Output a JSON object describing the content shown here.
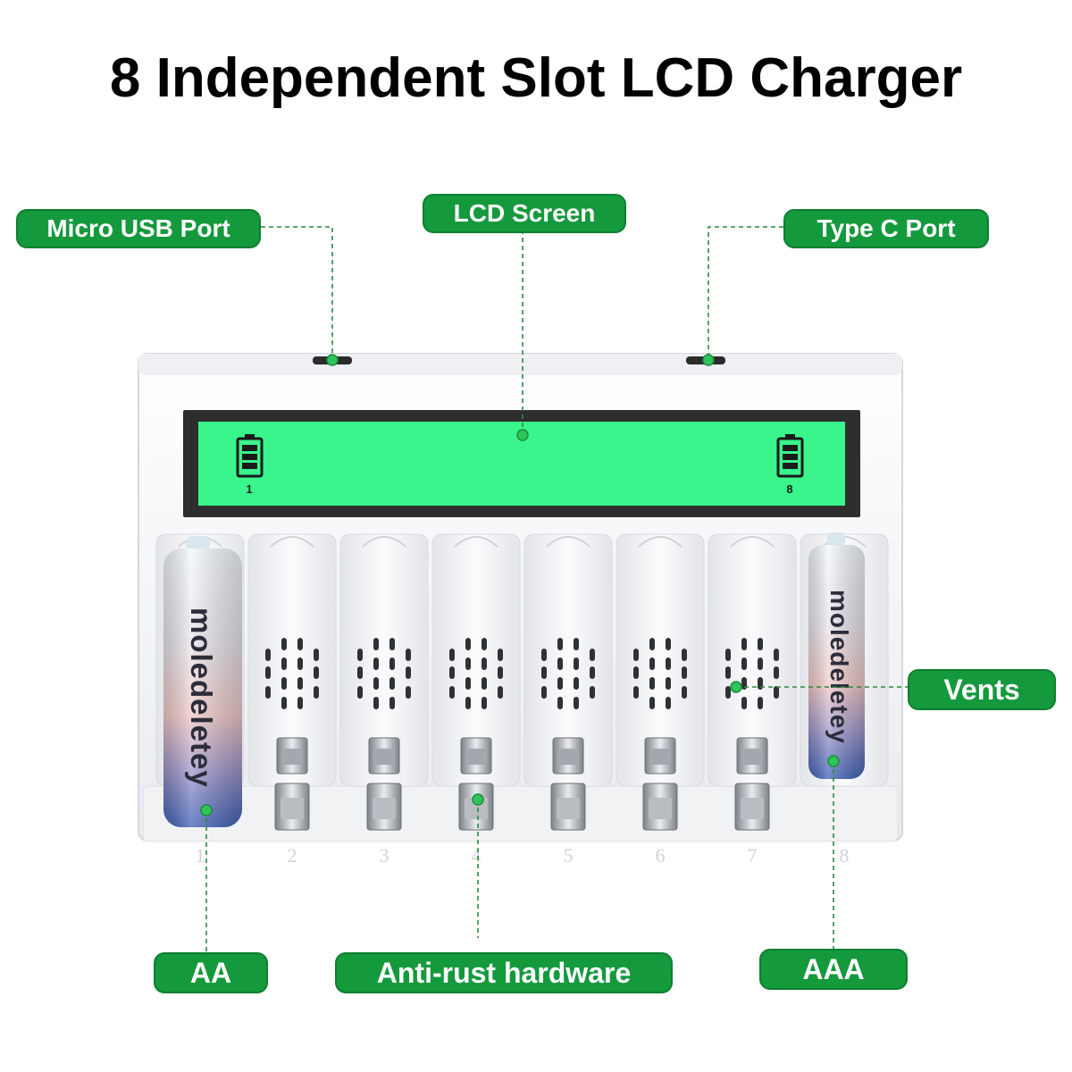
{
  "title": "8 Independent Slot LCD Charger",
  "callouts": {
    "micro_usb": "Micro USB Port",
    "lcd": "LCD Screen",
    "type_c": "Type C Port",
    "vents": "Vents",
    "aa": "AA",
    "anti_rust": "Anti-rust hardware",
    "aaa": "AAA"
  },
  "lcd": {
    "left_slot": "1",
    "right_slot": "8"
  },
  "slot_numbers": [
    "1",
    "2",
    "3",
    "4",
    "5",
    "6",
    "7",
    "8"
  ],
  "battery_brand": "moledeletey",
  "colors": {
    "callout_green": "#14993c",
    "lcd_green": "#3af58c",
    "leader_green": "#2a8a3a",
    "charger_white": "#f4f5f7"
  },
  "icons": [
    "battery-icon",
    "vent-slot-icon",
    "contact-clip-icon"
  ]
}
